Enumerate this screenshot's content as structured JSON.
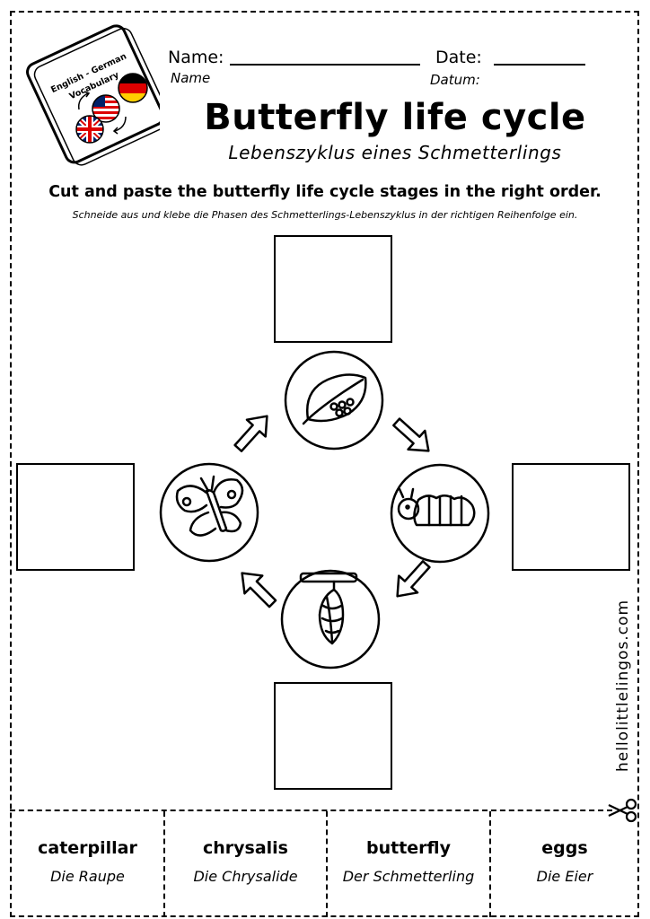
{
  "header": {
    "badge_text": "English - German Vocabulary",
    "name_label": "Name:",
    "name_label_de": "Name",
    "date_label": "Date:",
    "date_label_de": "Datum:"
  },
  "title": "Butterfly life cycle",
  "subtitle": "Lebenszyklus eines Schmetterlings",
  "instruction": "Cut and paste the butterfly life cycle stages in the right order.",
  "instruction_de": "Schneide aus und klebe die Phasen des Schmetterlings-Lebenszyklus in der richtigen Reihenfolge ein.",
  "website": "hellolittlelingos.com",
  "cards": [
    {
      "en": "caterpillar",
      "de": "Die Raupe"
    },
    {
      "en": "chrysalis",
      "de": "Die Chrysalide"
    },
    {
      "en": "butterfly",
      "de": "Der Schmetterling"
    },
    {
      "en": "eggs",
      "de": "Die Eier"
    }
  ],
  "icons": {
    "badge": "language-flags-badge",
    "stage_eggs": "leaf-with-eggs-icon",
    "stage_caterpillar": "caterpillar-icon",
    "stage_chrysalis": "chrysalis-icon",
    "stage_butterfly": "butterfly-icon",
    "cut": "scissors-icon"
  },
  "colors": {
    "flag_black": "#000000",
    "flag_red": "#dd0000",
    "flag_gold": "#ffce00",
    "flag_blue": "#012169",
    "flag_white": "#ffffff"
  }
}
